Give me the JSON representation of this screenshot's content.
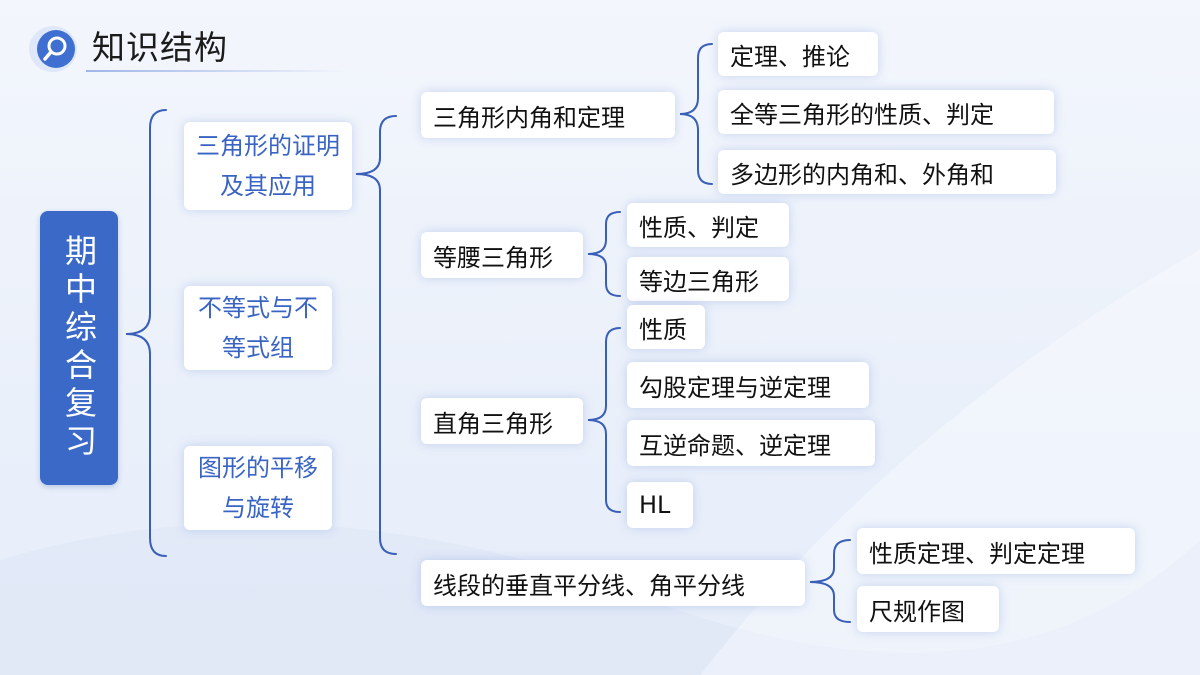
{
  "header": {
    "title": "知识结构",
    "icon": "magnifier-icon"
  },
  "root": {
    "label": "期中综合复习"
  },
  "level1": [
    {
      "label": "三角形的证明及其应用"
    },
    {
      "label": "不等式与不等式组"
    },
    {
      "label": "图形的平移与旋转"
    }
  ],
  "level2": [
    {
      "label": "三角形内角和定理"
    },
    {
      "label": "等腰三角形"
    },
    {
      "label": "直角三角形"
    },
    {
      "label": "线段的垂直平分线、角平分线"
    }
  ],
  "level3": {
    "neijiao": [
      "定理、推论",
      "全等三角形的性质、判定",
      "多边形的内角和、外角和"
    ],
    "dengyao": [
      "性质、判定",
      "等边三角形"
    ],
    "zhijiao": [
      "性质",
      "勾股定理与逆定理",
      "互逆命题、逆定理",
      "HL"
    ],
    "xianduan": [
      "性质定理、判定定理",
      "尺规作图"
    ]
  },
  "colors": {
    "accent": "#3a69c8",
    "line": "#3a5fb8",
    "l1_text": "#3a64c4"
  }
}
